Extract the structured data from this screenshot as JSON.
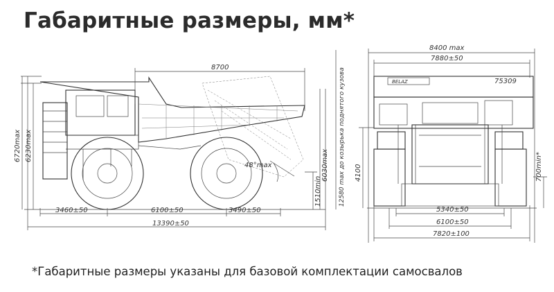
{
  "title": "Габаритные размеры, мм*",
  "footnote": "*Габаритные размеры указаны для базовой комплектации самосвалов",
  "side_view": {
    "dims": {
      "total_length": "13390±50",
      "front_overhang": "3460±50",
      "wheelbase": "6100±50",
      "rear_overhang": "3490±50",
      "body_length": "8700",
      "height_max": "6720max",
      "height_cab": "6230max",
      "raised_body_height": "12580 max до козырька поднятого кузова",
      "height_rear": "6030max",
      "ground_clearance": "1510min",
      "dump_angle": "48°max"
    }
  },
  "front_view": {
    "dims": {
      "width_max": "8400 max",
      "width_body": "7880±50",
      "height": "4100",
      "clearance": "700min*",
      "track_front": "5340±50",
      "track_rear": "6100±50",
      "tire_width": "7820±100"
    },
    "plate_number": "75309",
    "grille_brand": "BELAZ"
  }
}
